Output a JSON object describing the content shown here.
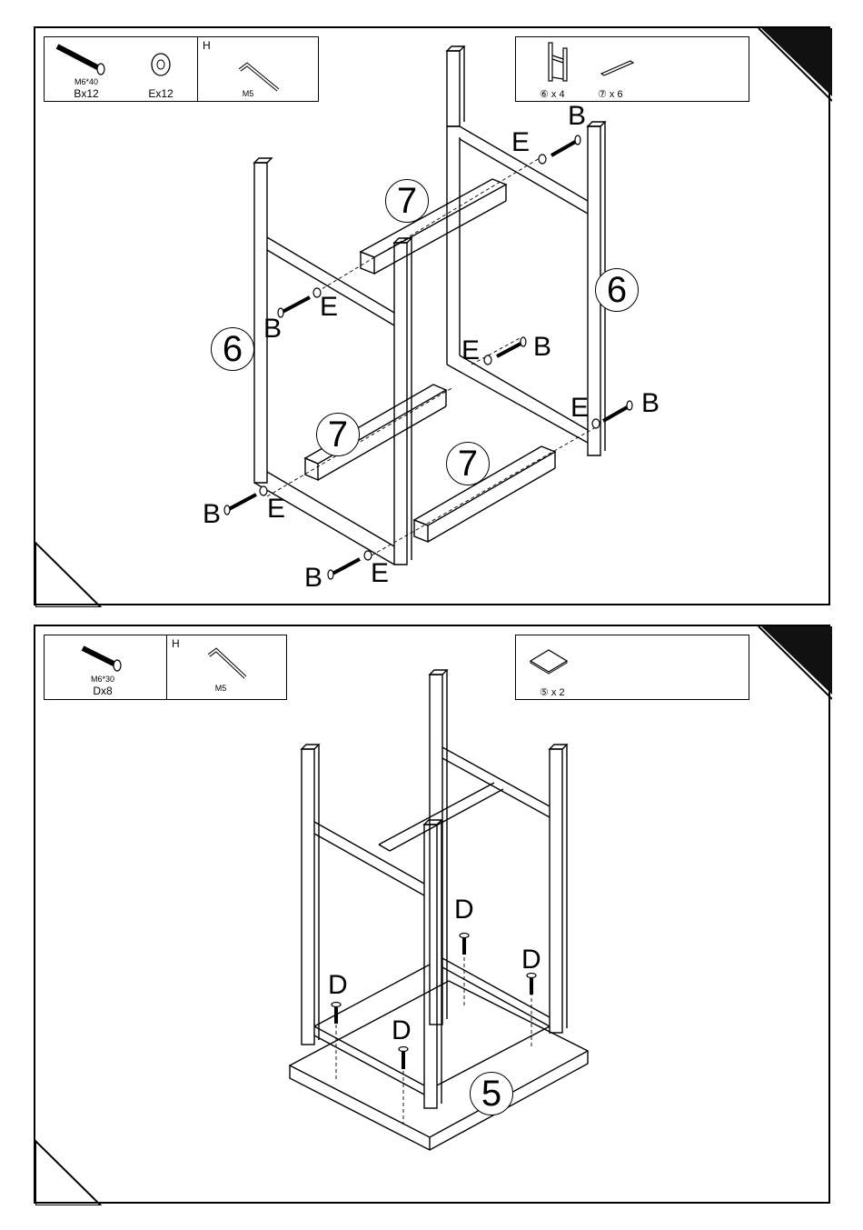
{
  "step1": {
    "parts_left": {
      "bolt_spec": "M6*40",
      "bolt_qty": "Bx12",
      "washer_qty": "Ex12",
      "tool_header": "H",
      "tool_size": "M5"
    },
    "parts_right": {
      "frame_qty": "⑥ x 4",
      "rail_qty": "⑦ x 6"
    },
    "labels": {
      "b": "B",
      "e": "E",
      "part6": "6",
      "part7": "7"
    }
  },
  "step2": {
    "parts_left": {
      "bolt_spec": "M6*30",
      "bolt_qty": "Dx8",
      "tool_header": "H",
      "tool_size": "M5"
    },
    "parts_right": {
      "panel_qty": "⑤ x 2"
    },
    "labels": {
      "d": "D",
      "part5": "5"
    }
  }
}
